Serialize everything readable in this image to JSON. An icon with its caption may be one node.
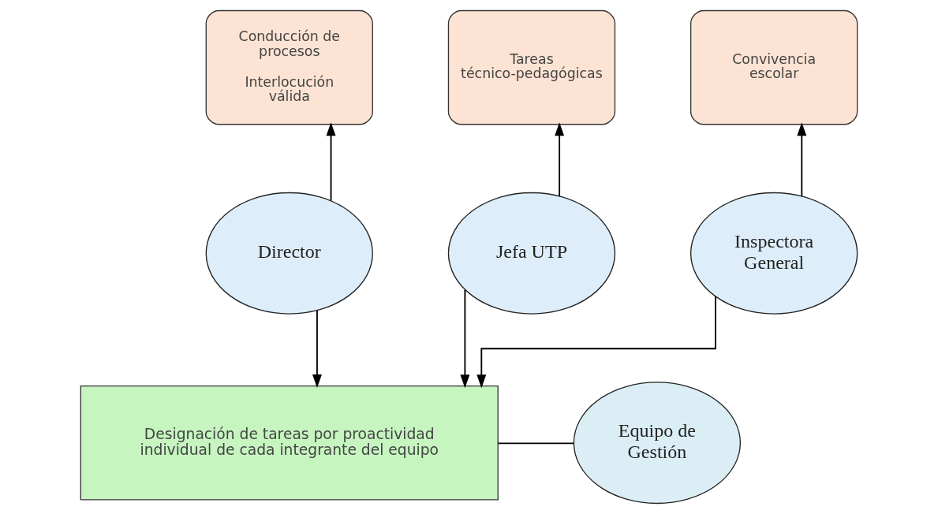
{
  "diagram": {
    "nodes": [
      {
        "text": [
          "Conducción de procesos",
          "Interlocución válida"
        ]
      },
      {
        "text": [
          "Tareas técnico-pedagógicas"
        ]
      },
      {
        "text": [
          "Convivencia escolar"
        ]
      },
      {
        "text": [
          "Director"
        ]
      },
      {
        "text": [
          "Jefa UTP"
        ]
      },
      {
        "text": [
          "Inspectora General"
        ]
      },
      {
        "text": [
          "Designación de tareas por proactividad individual de cada integrante del equipo"
        ]
      },
      {
        "text": [
          "Equipo de Gestión"
        ]
      }
    ],
    "edges": [
      {
        "from": 3,
        "to": 0,
        "arrow": "to"
      },
      {
        "from": 4,
        "to": 1,
        "arrow": "to"
      },
      {
        "from": 5,
        "to": 2,
        "arrow": "to"
      },
      {
        "from": 3,
        "to": 6,
        "arrow": "to"
      },
      {
        "from": 4,
        "to": 6,
        "arrow": "to"
      },
      {
        "from": 5,
        "to": 6,
        "arrow": "to"
      },
      {
        "from": 7,
        "to": 6,
        "arrow": "none"
      }
    ]
  }
}
